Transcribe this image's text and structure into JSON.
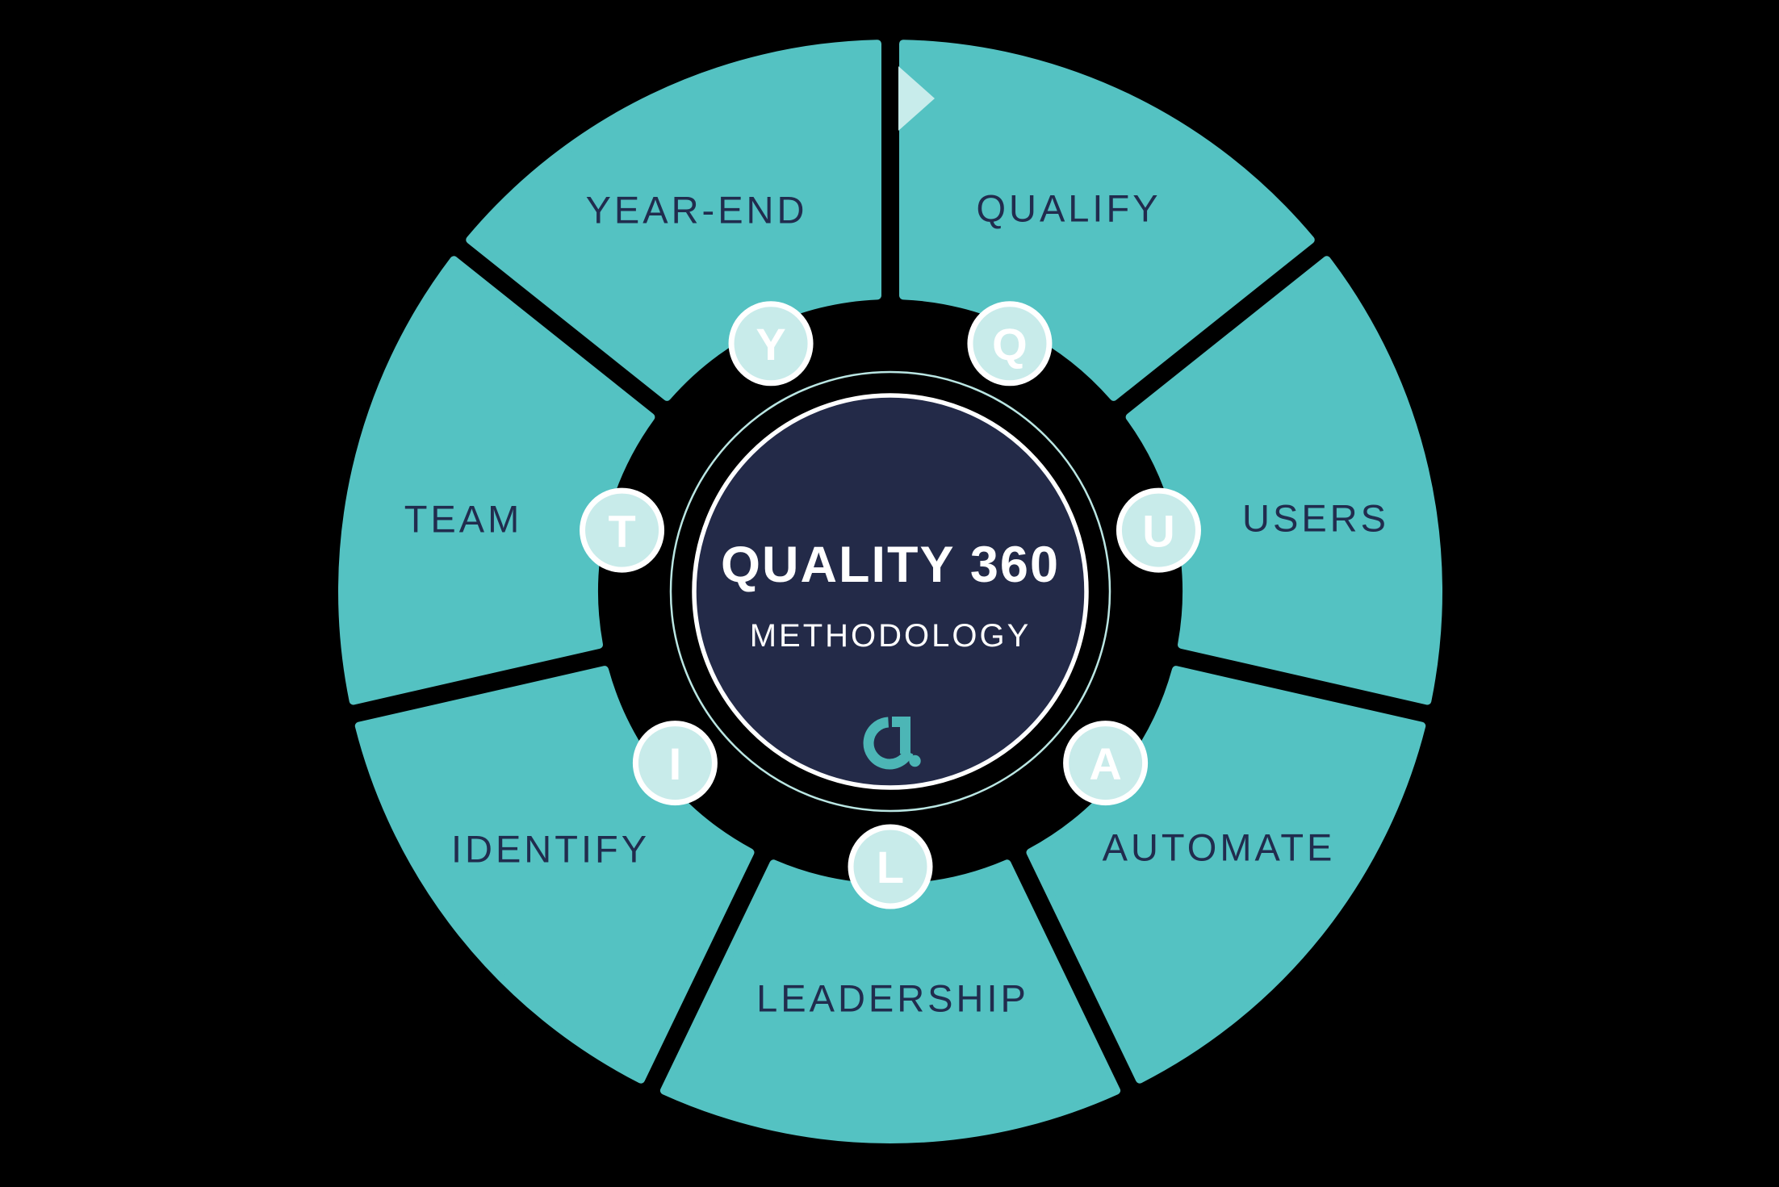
{
  "center": {
    "title": "QUALITY 360",
    "subtitle": "METHODOLOGY"
  },
  "segments": [
    {
      "letter": "Q",
      "label": "QUALIFY"
    },
    {
      "letter": "U",
      "label": "USERS"
    },
    {
      "letter": "A",
      "label": "AUTOMATE"
    },
    {
      "letter": "L",
      "label": "LEADERSHIP"
    },
    {
      "letter": "I",
      "label": "IDENTIFY"
    },
    {
      "letter": "T",
      "label": "TEAM"
    },
    {
      "letter": "Y",
      "label": "YEAR-END"
    }
  ],
  "icons": {
    "start_marker": "play-triangle-icon",
    "logo": "brand-d-dot-logo"
  },
  "colors": {
    "background": "#000000",
    "segment": "#54C2C2",
    "segment_label": "#212C4E",
    "hub_fill": "#232A48",
    "hub_border": "#FFFFFF",
    "hub_text": "#FFFFFF",
    "badge_fill": "#C8EBEA",
    "badge_border": "#FFFFFF",
    "badge_letter": "#FFFFFF",
    "ring": "#BAE6E3",
    "arrow": "#C8ECEB",
    "logo": "#4CB6B6"
  }
}
